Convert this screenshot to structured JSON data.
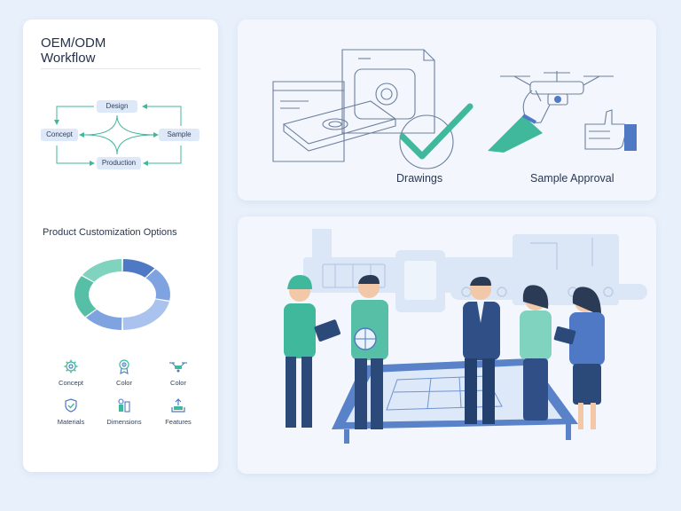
{
  "workflow": {
    "title_line1": "OEM/ODM",
    "title_line2": "Workflow",
    "nodes": {
      "design": "Design",
      "concept": "Concept",
      "sample": "Sample",
      "production": "Production"
    }
  },
  "customization": {
    "title": "Product Customization Options",
    "donut_segments": [
      {
        "value": 12,
        "color": "#4f79c4"
      },
      {
        "value": 16,
        "color": "#7fa3e0"
      },
      {
        "value": 22,
        "color": "#a9c3ee"
      },
      {
        "value": 14,
        "color": "#7fa3e0"
      },
      {
        "value": 20,
        "color": "#56bfa6"
      },
      {
        "value": 16,
        "color": "#7fd3bf"
      }
    ],
    "options": [
      {
        "label": "Concept",
        "icon": "gear-icon"
      },
      {
        "label": "Color",
        "icon": "award-icon"
      },
      {
        "label": "Color",
        "icon": "drone-icon"
      },
      {
        "label": "Materials",
        "icon": "shield-icon"
      },
      {
        "label": "Dimensions",
        "icon": "tools-icon"
      },
      {
        "label": "Features",
        "icon": "upload-tray-icon"
      }
    ]
  },
  "process": {
    "drawings_label": "Drawings",
    "sample_approval_label": "Sample Approval"
  },
  "colors": {
    "accent_green": "#3fb89b",
    "accent_blue": "#4f79c4",
    "light_blue": "#dde9f8",
    "line": "#6c7f9c"
  }
}
